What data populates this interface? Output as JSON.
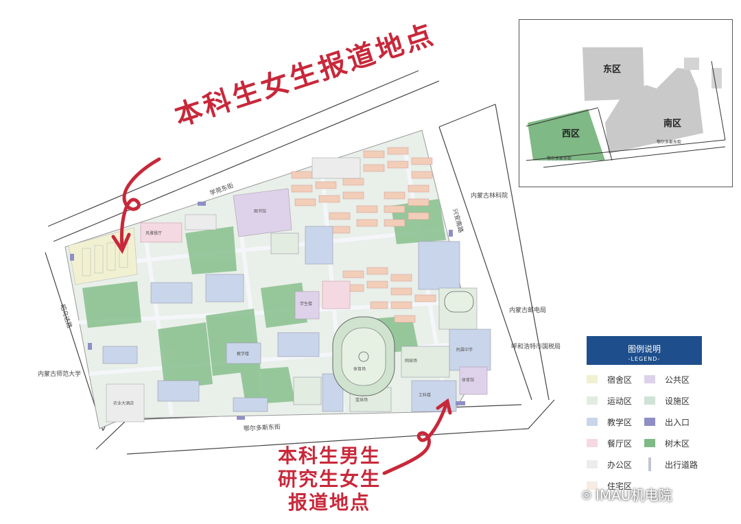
{
  "annotations": {
    "female_undergrad": "本科生女生报道地点",
    "male_lines": [
      "本科生男生",
      "研究生女生",
      "报道地点"
    ]
  },
  "roads": {
    "north": "学苑东街",
    "south": "鄂尔多斯东街",
    "east": "兴安南路",
    "west": "昭乌达路",
    "inset_south": "鄂尔多斯东街",
    "inset_bottom": "鄂尔多斯东街"
  },
  "neighbors": {
    "forestry": "内蒙古林科院",
    "telecom": "内蒙古邮电局",
    "normal_univ": "内蒙古师范大学",
    "land_bureau": "呼和浩特市国税局"
  },
  "buildings": {
    "library": "图书馆",
    "gym": "体育场",
    "dining_hall": "风雅餐厅",
    "engineering": "工科楼",
    "sports_hall": "体育馆",
    "stadium_track": "体育场",
    "tennis": "网球场",
    "hotel": "农业大酒店",
    "basketball": "篮球场",
    "teaching": "教学楼",
    "school": "附属中学",
    "research": "学生楼"
  },
  "inset": {
    "east": "东区",
    "west": "西区",
    "south": "南区"
  },
  "legend": {
    "title": "图例说明",
    "subtitle": "-LEGEND-",
    "items": [
      {
        "label": "宿舍区",
        "color": "#f1f1d2"
      },
      {
        "label": "公共区",
        "color": "#ddd2ea"
      },
      {
        "label": "运动区",
        "color": "#e2ece0"
      },
      {
        "label": "设施区",
        "color": "#cfe3d6"
      },
      {
        "label": "教学区",
        "color": "#c9d5ea"
      },
      {
        "label": "出入口",
        "color": "#8f8fc6"
      },
      {
        "label": "餐厅区",
        "color": "#f5d9e2"
      },
      {
        "label": "树木区",
        "color": "#7fb985"
      },
      {
        "label": "办公区",
        "color": "#ececec"
      },
      {
        "label": "出行道路",
        "color": "#bfc6d0"
      },
      {
        "label": "住宅区",
        "color": "#f6ece4"
      }
    ]
  },
  "watermark": "IMAU机电院"
}
